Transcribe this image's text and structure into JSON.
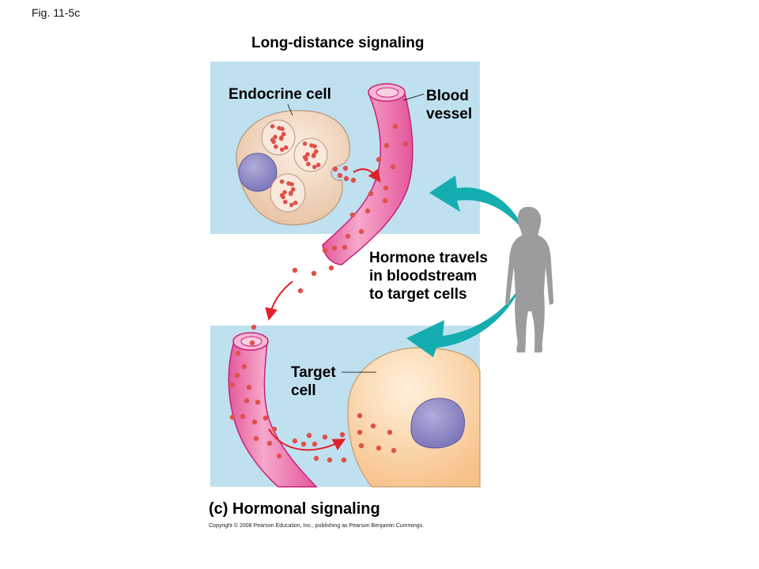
{
  "figure_label": "Fig. 11-5c",
  "title": "Long-distance signaling",
  "labels": {
    "endocrine_cell": "Endocrine cell",
    "blood_vessel_line1": "Blood",
    "blood_vessel_line2": "vessel",
    "hormone_line1": "Hormone travels",
    "hormone_line2": "in bloodstream",
    "hormone_line3": "to target cells",
    "target_line1": "Target",
    "target_line2": "cell"
  },
  "caption": "(c) Hormonal signaling",
  "copyright": "Copyright © 2008 Pearson Education, Inc., publishing as Pearson Benjamin Cummings.",
  "colors": {
    "panel_bg": "#bfe0ef",
    "vessel": "#e7609e",
    "vessel_edge": "#c8207a",
    "endocrine_cell": "#efcfb2",
    "target_cell": "#fad7a6",
    "nucleus": "#8c86c4",
    "hormone": "#e0504a",
    "arrow_red": "#e0202a",
    "arrow_teal": "#14aeb0",
    "silhouette": "#9c9c9e"
  }
}
